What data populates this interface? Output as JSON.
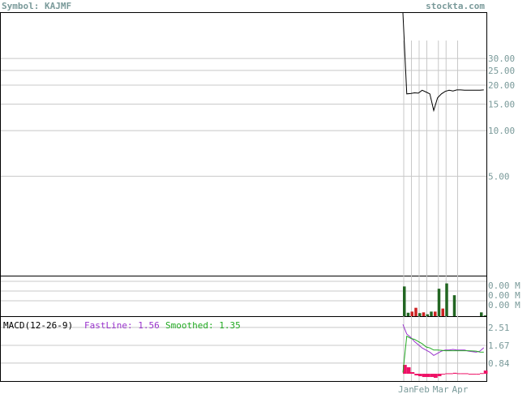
{
  "header": {
    "symbol": "Symbol: KAJMF",
    "site": "stockta.com"
  },
  "colors": {
    "price_line": "#000000",
    "vol_up": "#226622",
    "vol_down": "#cc2222",
    "fastline": "#9933cc",
    "smoothed": "#22aa22",
    "hist": "#ee1166",
    "axis_text": "#7a9a9a",
    "grid": "#c8c8c8"
  },
  "macd_legend": {
    "title": "MACD(12-26-9)",
    "fast_label": "FastLine: 1.56",
    "smooth_label": "Smoothed: 1.35"
  },
  "chart_data": [
    {
      "type": "line",
      "name": "price",
      "yscale": "log",
      "ylim": [
        1.1,
        60
      ],
      "y_ticks": [
        "30.00",
        "25.00",
        "20.00",
        "15.00",
        "10.00",
        "5.00"
      ],
      "y_tick_values": [
        30,
        25,
        20,
        15,
        10,
        5
      ],
      "x_tick_labels": [
        "Jan",
        "Feb",
        "Mar",
        "Apr"
      ],
      "x_tick_index": [
        0,
        4,
        9,
        14
      ],
      "values": [
        60,
        17.5,
        17.6,
        17.8,
        17.7,
        18.5,
        18.0,
        17.5,
        13.6,
        16.5,
        17.5,
        18.2,
        18.5,
        18.3,
        18.6,
        18.6,
        18.5,
        18.5,
        18.5,
        18.5,
        18.5,
        18.6
      ]
    },
    {
      "type": "bar",
      "name": "volume",
      "y_ticks": [
        "0.00 M",
        "0.00 M",
        "0.00 M"
      ],
      "ylim": [
        0,
        1
      ],
      "values": [
        0.78,
        0.09,
        0.12,
        0.22,
        0.08,
        0.1,
        0.05,
        0.12,
        0.12,
        0.72,
        0.2,
        0.86,
        0.0,
        0.55,
        0.0,
        0.0,
        0.0,
        0.0,
        0.0,
        0.0,
        0.1,
        0.02
      ],
      "up": [
        true,
        true,
        false,
        false,
        true,
        false,
        true,
        true,
        false,
        true,
        false,
        true,
        true,
        true,
        true,
        true,
        true,
        true,
        true,
        true,
        true,
        true
      ]
    },
    {
      "type": "line",
      "name": "macd",
      "y_ticks": [
        "2.51",
        "1.67",
        "0.84"
      ],
      "y_tick_values": [
        2.51,
        1.67,
        0.84
      ],
      "ylim": [
        0.0,
        3.0
      ],
      "fast": [
        2.65,
        2.2,
        2.05,
        1.85,
        1.7,
        1.55,
        1.45,
        1.35,
        1.2,
        1.3,
        1.4,
        1.45,
        1.45,
        1.48,
        1.45,
        1.45,
        1.45,
        1.4,
        1.38,
        1.35,
        1.4,
        1.56
      ],
      "smoothed": [
        0.4,
        2.1,
        2.0,
        1.95,
        1.85,
        1.75,
        1.6,
        1.55,
        1.45,
        1.45,
        1.44,
        1.42,
        1.42,
        1.42,
        1.42,
        1.42,
        1.42,
        1.42,
        1.41,
        1.4,
        1.36,
        1.35
      ],
      "histogram": [
        0.55,
        0.4,
        0.1,
        -0.1,
        -0.15,
        -0.2,
        -0.2,
        -0.2,
        -0.25,
        -0.15,
        -0.05,
        0.03,
        0.03,
        0.06,
        0.03,
        0.03,
        0.03,
        -0.02,
        -0.03,
        -0.05,
        0.04,
        0.2
      ]
    }
  ]
}
